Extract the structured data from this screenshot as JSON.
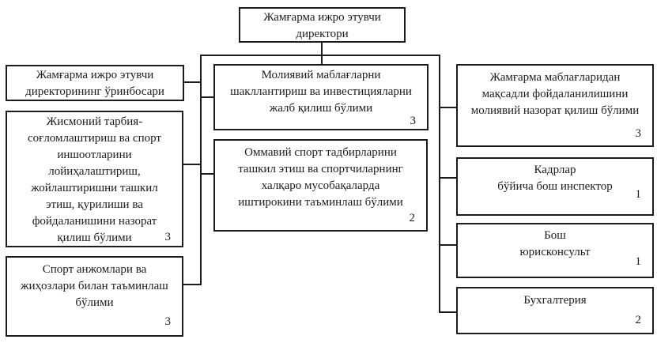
{
  "chart": {
    "type": "org-chart",
    "language": "uz-Cyrl",
    "colors": {
      "border": "#1c1c1c",
      "text": "#1c1c1c",
      "background": "#ffffff"
    }
  },
  "nodes": {
    "director": {
      "label": "Жамғарма ижро этувчи\nдиректори"
    },
    "deputy": {
      "label": "Жамғарма ижро этувчи\nдиректорининг ўринбосари"
    },
    "physed": {
      "label": "Жисмоний тарбия-\nсоғломлаштириш ва спорт\nиншоотларини\nлойиҳалаштириш,\nжойлаштиришни ташкил\nэтиш, қурилиши ва\nфойдаланишини назорат\nқилиш бўлими",
      "count": "3"
    },
    "sportequip": {
      "label": "Спорт анжомлари ва\nжиҳозлари билан таъминлаш\nбўлими",
      "count": "3"
    },
    "finance": {
      "label": "Молиявий маблағларни\nшакллантириш ва инвестицияларни\nжалб қилиш бўлими",
      "count": "3"
    },
    "masssport": {
      "label": "Оммавий спорт тадбирларини\nташкил этиш ва спортчиларнинг\nхалқаро мусобақаларда\nиштирокини таъминлаш бўлими",
      "count": "2"
    },
    "fincontrol": {
      "label": "Жамғарма маблағларидан\nмақсадли фойдаланилишини\nмолиявий назорат қилиш бўлими",
      "count": "3"
    },
    "hr": {
      "label": "Кадрлар\nбўйича бош инспектор",
      "count": "1"
    },
    "legal": {
      "label": "Бош\nюрисконсульт",
      "count": "1"
    },
    "accounting": {
      "label": "Бухгалтерия",
      "count": "2"
    }
  }
}
